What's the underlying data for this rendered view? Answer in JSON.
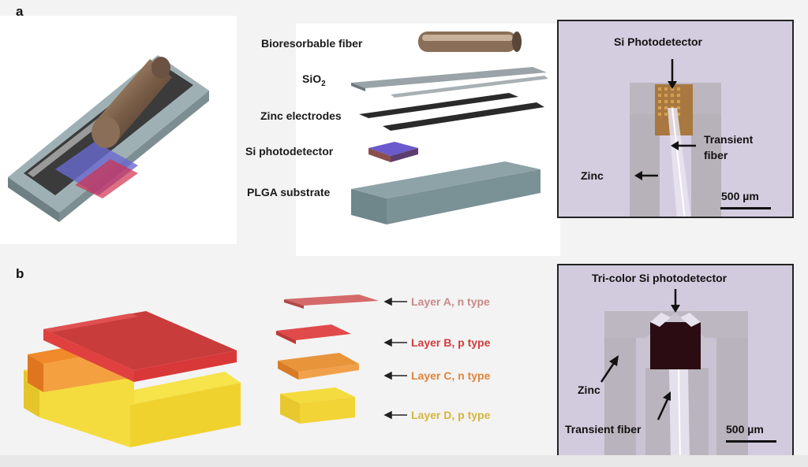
{
  "panel_a": {
    "letter": "a",
    "labels": {
      "fiber": "Bioresorbable fiber",
      "sio2_main": "SiO",
      "sio2_sub": "2",
      "zinc": "Zinc electrodes",
      "si": "Si photodetector",
      "plga": "PLGA substrate"
    },
    "micrograph": {
      "title": "Si Photodetector",
      "fiber_line1": "Transient",
      "fiber_line2": "fiber",
      "zinc": "Zinc",
      "scale": "500 µm"
    }
  },
  "panel_b": {
    "letter": "b",
    "layers": [
      {
        "label": "Layer A, n type",
        "color": "#c98a8a"
      },
      {
        "label": "Layer B, p type",
        "color": "#d23c3c"
      },
      {
        "label": "Layer C, n type",
        "color": "#e0853a"
      },
      {
        "label": "Layer D, p type",
        "color": "#d6b53a"
      }
    ],
    "micrograph": {
      "title": "Tri-color Si photodetector",
      "zinc": "Zinc",
      "fiber": "Transient fiber",
      "scale": "500 µm"
    }
  },
  "colors": {
    "background": "#f3f3f3",
    "micro_bg": "#cfc8dc"
  }
}
